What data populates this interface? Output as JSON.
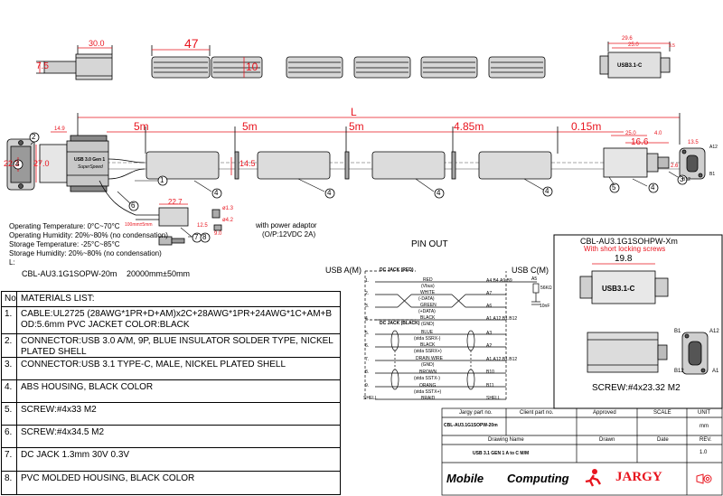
{
  "dims_top": {
    "d30": "30.0",
    "d47": "47",
    "d7_5": "7.5",
    "d10": "10",
    "d29_6": "29.6",
    "d25_0": "25.0",
    "d3_5": "3.5",
    "plug_label": "USB3.1-C"
  },
  "dims_main": {
    "length": "L",
    "segments": [
      "5m",
      "5m",
      "5m",
      "4.85m",
      "0.15m"
    ],
    "d14_9": "14.9",
    "d22_3": "22.3",
    "d27_0": "27.0",
    "d25_0": "25.0",
    "d4_0": "4.0",
    "d16_6": "16.6",
    "d13_5": "13.5",
    "d2_6": "2.6",
    "d14_5": "14.5",
    "a12": "A12",
    "b12": "B12",
    "b1": "B1",
    "conn_label": "USB 3.0 Gen 1",
    "conn_label2": "SuperSpeed"
  },
  "callouts": [
    "1",
    "2",
    "3",
    "4",
    "4",
    "4",
    "4",
    "4",
    "4",
    "5",
    "6",
    "7",
    "8"
  ],
  "dc": {
    "d22_7": "22.7",
    "d12_5": "12.5",
    "d1_3": "ø1.3",
    "d4_2": "ø4.2",
    "d9_0": "9.0",
    "len": "100mm±5mm",
    "adapter": "with power adaptor",
    "adapter_out": "(O/P:12VDC 2A)"
  },
  "specs": [
    "Operating Temperature: 0°C~70°C",
    "Operating Humidity: 20%~80% (no condensation)",
    "Storage Temperature: -25°C~85°C",
    "Storage  Humidity: 20%~80% (no condensation)",
    "L:"
  ],
  "part_line": {
    "part": "CBL-AU3.1G1SOPW-20m",
    "length": "20000mm±50mm"
  },
  "materials": {
    "header_no": "No",
    "header": "MATERIALS LIST:",
    "rows": [
      {
        "no": "1.",
        "text": "CABLE:UL2725 (28AWG*1PR+D+AM)x2C+28AWG*1PR+24AWG*1C+AM+B OD:5.6mm  PVC JACKET COLOR:BLACK"
      },
      {
        "no": "2.",
        "text": "CONNECTOR:USB 3.0 A/M, 9P, BLUE INSULATOR SOLDER TYPE, NICKEL PLATED SHELL"
      },
      {
        "no": "3.",
        "text": "CONNECTOR:USB 3.1 TYPE-C, MALE, NICKEL PLATED SHELL"
      },
      {
        "no": "4.",
        "text": "ABS HOUSING, BLACK COLOR"
      },
      {
        "no": "5.",
        "text": "SCREW:#4x33 M2"
      },
      {
        "no": "6.",
        "text": "SCREW:#4x34.5 M2"
      },
      {
        "no": "7.",
        "text": "DC JACK 1.3mm 30V 0.3V"
      },
      {
        "no": "8.",
        "text": "PVC MOLDED HOUSING, BLACK COLOR"
      }
    ]
  },
  "pinout": {
    "title": "PIN OUT",
    "left": "USB A(M)",
    "right": "USB C(M)",
    "dc_label": "DC JACK (RED)",
    "dc_black": "DC JACK (BLACK)",
    "a5": "A5",
    "r56k": "56KΩ",
    "cap": "10nF",
    "pins_left": [
      "1.",
      "2.",
      "3.",
      "4.",
      "5.",
      "6.",
      "7.",
      "8.",
      "9.",
      "SHELL"
    ],
    "wires": [
      "RED",
      "(Vbus)",
      "WHITE",
      "(-DATA)",
      "GREEN",
      "(+DATA)",
      "BLACK",
      "(GND)",
      "BLUE",
      "(stda SSRX-)",
      "BLACK",
      "(stda SSRX+)",
      "DRAIN WIRE",
      "(GND)",
      "BROWN",
      "(stda SSTX-)",
      "ORANG",
      "(stda SSTX+)",
      "BRAID"
    ],
    "pins_right": [
      "A4.B4.A9.B9",
      "A7",
      "A6",
      "A1.A12.B1.B12",
      "A3",
      "A2",
      "A1.A12.B1.B12",
      "B10",
      "B11",
      "SHELL"
    ]
  },
  "variant": {
    "title": "CBL-AU3.1G1SOHPW-Xm",
    "subtitle": "With short locking screws",
    "dim": "19.8",
    "plug_label": "USB3.1-C",
    "b1": "B1",
    "a12": "A12",
    "b12": "B12",
    "a1": "A1",
    "screw": "SCREW:#4x23.32 M2"
  },
  "title_block": {
    "jargy_part": "Jargy part no.",
    "client_part": "Client part no.",
    "approved": "Approved",
    "scale": "SCALE",
    "unit": "UNIT",
    "part_value": "CBL-AU3.1G1SOPW-20m",
    "unit_value": "mm",
    "drawing_name": "Drawing Name",
    "drawn": "Drawn",
    "date": "Date",
    "rev": "REV.",
    "name_value": "USB 3.1 GEN 1 A to C M/M",
    "rev_value": "1.0",
    "brand1": "Mobile",
    "brand2": "Computing",
    "brand3": "JARGY"
  }
}
